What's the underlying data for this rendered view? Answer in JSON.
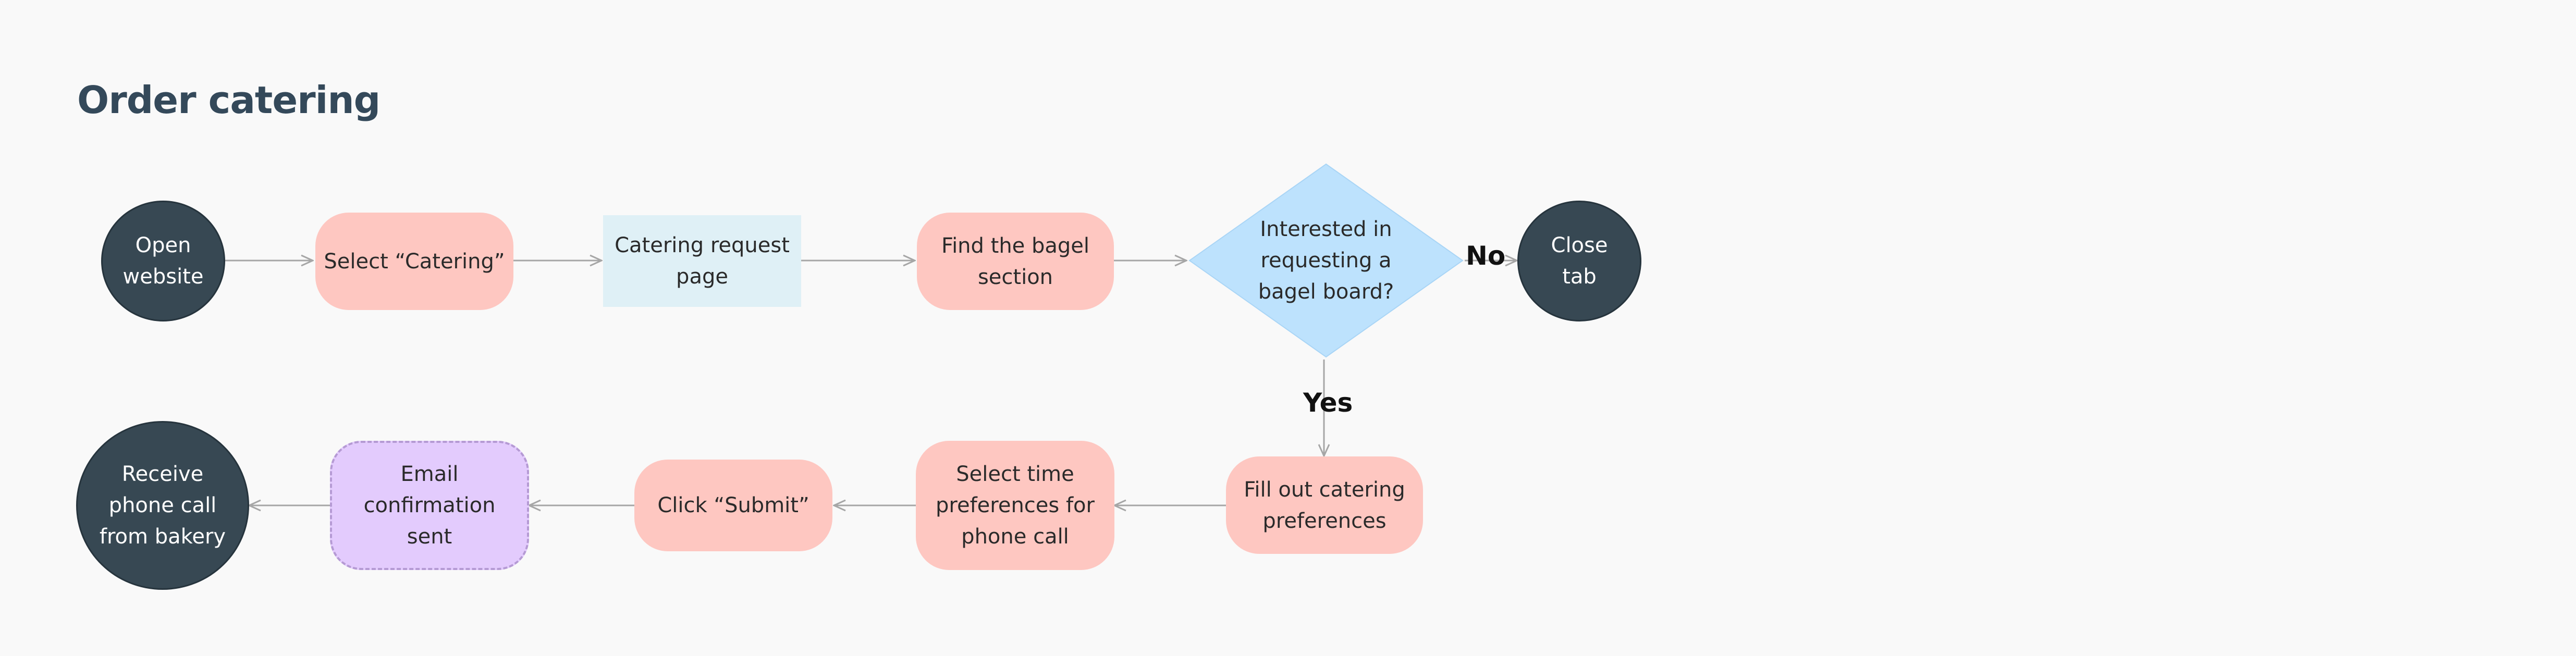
{
  "diagram": {
    "title": "Order catering",
    "colors": {
      "background": "#f9f9f9",
      "title": "#34495a",
      "terminal_fill": "#374853",
      "action_fill": "#fec7c1",
      "page_fill": "#dff0f6",
      "decision_fill": "#bde2fd",
      "automated_fill": "#e3cbfd",
      "automated_border": "#b59ad4",
      "edge": "#a6a6a6"
    },
    "nodes": {
      "open_website": "Open\nwebsite",
      "select_catering": "Select “Catering”",
      "catering_request_page": "Catering request\npage",
      "find_bagel_section": "Find the bagel\nsection",
      "decision": "Interested in\nrequesting a\nbagel board?",
      "close_tab": "Close\ntab",
      "fill_out_preferences": "Fill out catering\npreferences",
      "select_time_preferences": "Select time\npreferences for\nphone call",
      "click_submit": "Click “Submit”",
      "email_confirmation": "Email\nconfirmation\nsent",
      "receive_phone_call": "Receive\nphone call\nfrom bakery"
    },
    "edge_labels": {
      "no": "No",
      "yes": "Yes"
    },
    "edges": [
      {
        "from": "open_website",
        "to": "select_catering"
      },
      {
        "from": "select_catering",
        "to": "catering_request_page"
      },
      {
        "from": "catering_request_page",
        "to": "find_bagel_section"
      },
      {
        "from": "find_bagel_section",
        "to": "decision"
      },
      {
        "from": "decision",
        "to": "close_tab",
        "label": "no"
      },
      {
        "from": "decision",
        "to": "fill_out_preferences",
        "label": "yes"
      },
      {
        "from": "fill_out_preferences",
        "to": "select_time_preferences"
      },
      {
        "from": "select_time_preferences",
        "to": "click_submit"
      },
      {
        "from": "click_submit",
        "to": "email_confirmation"
      },
      {
        "from": "email_confirmation",
        "to": "receive_phone_call"
      }
    ]
  }
}
